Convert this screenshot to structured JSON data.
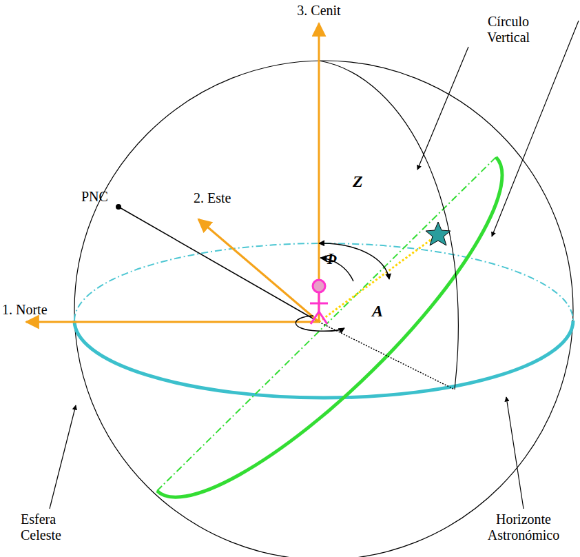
{
  "diagram": {
    "labels": [
      "3. Cenit",
      "Círculo Vertical",
      "PNC",
      "2. Este",
      "Z",
      "Φ",
      "1. Norte",
      "A",
      "Esfera Celeste",
      "Horizonte Astronómico"
    ]
  }
}
